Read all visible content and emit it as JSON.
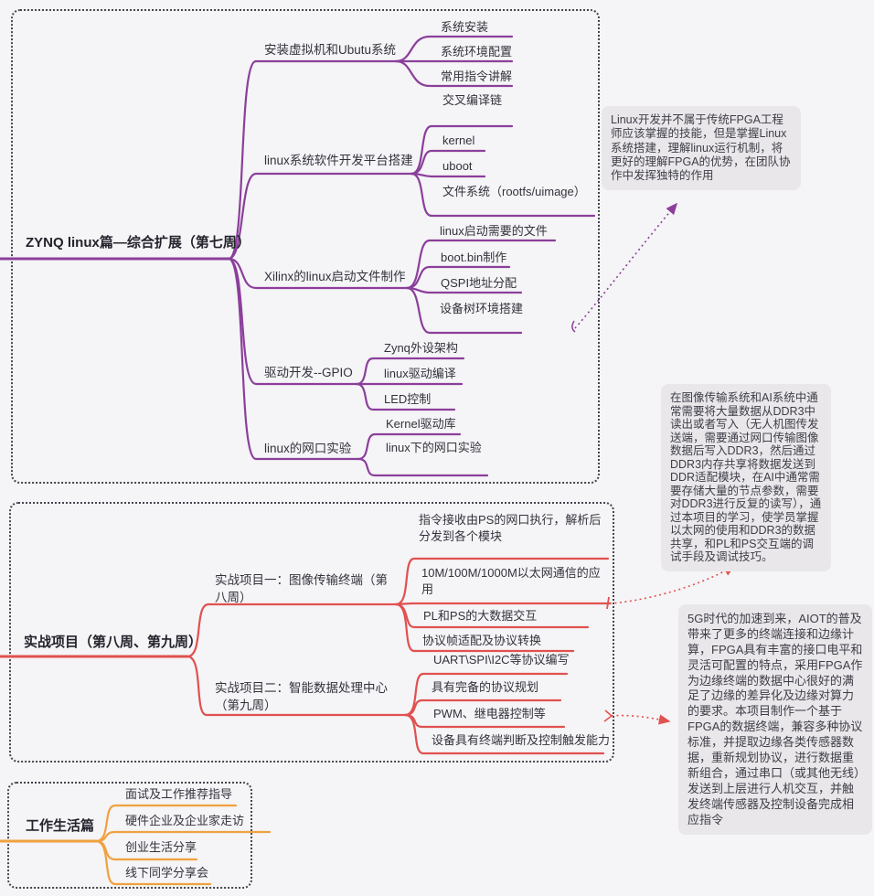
{
  "colors": {
    "purple": "#8b3f9b",
    "red": "#e0514f",
    "orange": "#f0a13e",
    "note_bg": "#e9e7ea",
    "text": "#33333d",
    "background": "#f5f4f6"
  },
  "sections": [
    {
      "root": "ZYNQ linux篇—综合扩展（第七周）",
      "branches": [
        {
          "label": "安装虚拟机和Ubutu系统",
          "children": [
            "系统安装",
            "系统环境配置",
            "常用指令讲解"
          ]
        },
        {
          "label": "linux系统软件开发平台搭建",
          "children": [
            "交叉编译链",
            "kernel",
            "uboot",
            "文件系统（rootfs/uimage）"
          ]
        },
        {
          "label": "Xilinx的linux启动文件制作",
          "children": [
            "linux启动需要的文件",
            "boot.bin制作",
            "QSPI地址分配",
            "设备树环境搭建"
          ]
        },
        {
          "label": "驱动开发--GPIO",
          "children": [
            "Zynq外设架构",
            "linux驱动编译",
            "LED控制"
          ]
        },
        {
          "label": "linux的网口实验",
          "children": [
            "Kernel驱动库",
            "linux下的网口实验"
          ]
        }
      ]
    },
    {
      "root": "实战项目（第八周、第九周）",
      "branches": [
        {
          "label": "实战项目一：图像传输终端（第八周）",
          "children": [
            "指令接收由PS的网口执行，解析后分发到各个模块",
            "10M/100M/1000M以太网通信的应用",
            "PL和PS的大数据交互",
            "协议帧适配及协议转换"
          ]
        },
        {
          "label": "实战项目二：智能数据处理中心（第九周）",
          "children": [
            "UART\\SPI\\I2C等协议编写",
            "具有完备的协议规划",
            "PWM、继电器控制等",
            "设备具有终端判断及控制触发能力"
          ]
        }
      ]
    },
    {
      "root": "工作生活篇",
      "branches": [
        {
          "label": "面试及工作推荐指导",
          "children": []
        },
        {
          "label": "硬件企业及企业家走访",
          "children": []
        },
        {
          "label": "创业生活分享",
          "children": []
        },
        {
          "label": "线下同学分享会",
          "children": []
        }
      ]
    }
  ],
  "notes": [
    {
      "text": "Linux开发并不属于传统FPGA工程师应该掌握的技能，但是掌握Linux系统搭建，理解linux运行机制，将更好的理解FPGA的优势，在团队协作中发挥独特的作用"
    },
    {
      "text": "在图像传输系统和AI系统中通常需要将大量数据从DDR3中读出或者写入（无人机图传发送端，需要通过网口传输图像数据后写入DDR3，然后通过DDR3内存共享将数据发送到DDR适配模块，在AI中通常需要存储大量的节点参数，需要对DDR3进行反复的读写），通过本项目的学习，使学员掌握以太网的使用和DDR3的数据共享，和PL和PS交互端的调试手段及调试技巧。"
    },
    {
      "text": "5G时代的加速到来，AIOT的普及带来了更多的终端连接和边缘计算，FPGA具有丰富的接口电平和灵活可配置的特点，采用FPGA作为边缘终端的数据中心很好的满足了边缘的差异化及边缘对算力的要求。本项目制作一个基于FPGA的数据终端，兼容多种协议标准，并提取边缘各类传感器数据，重新规划协议，进行数据重新组合，通过串口（或其他无线）发送到上层进行人机交互，并触发终端传感器及控制设备完成相应指令"
    }
  ]
}
